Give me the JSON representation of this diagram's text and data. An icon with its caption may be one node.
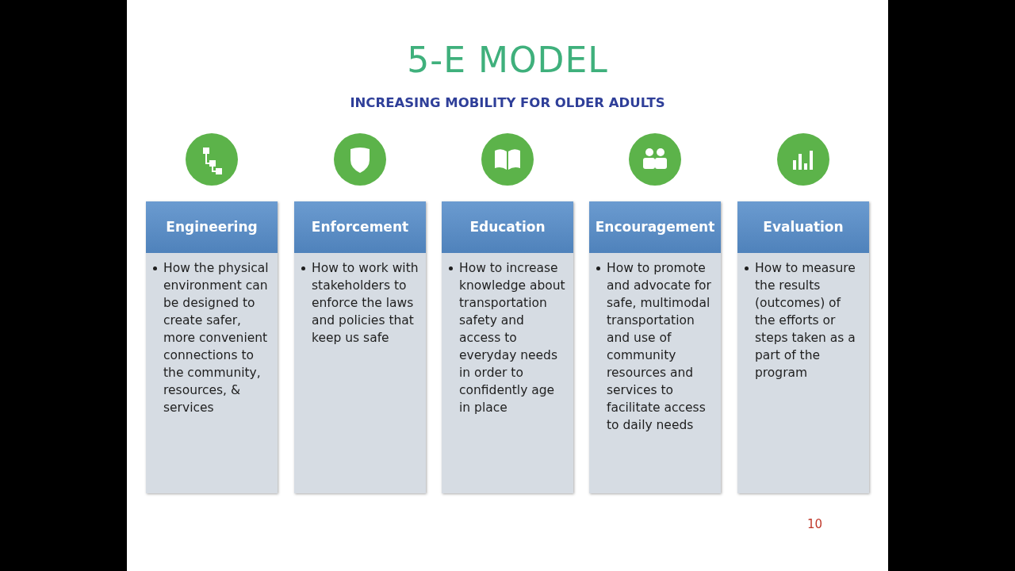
{
  "diagram": {
    "title": "5-E MODEL",
    "nodes": [
      {
        "text": [
          "Engineering",
          "How the physical environment can be designed to create safer, more convenient connections to the community, resources, & services"
        ]
      },
      {
        "text": [
          "Enforcement",
          "How to work with stakeholders to enforce the laws and policies that keep us safe"
        ]
      },
      {
        "text": [
          "Education",
          "How to increase knowledge about transportation safety and access to everyday needs in order to confidently age in place"
        ]
      },
      {
        "text": [
          "Encouragement",
          "How to promote and advocate for safe, multimodal transportation and use of community resources and services to facilitate access to daily needs"
        ]
      },
      {
        "text": [
          "Evaluation",
          "How to measure the results (outcomes) of the efforts or steps taken as a part of the program"
        ]
      }
    ],
    "labels": [
      "INCREASING MOBILITY FOR OLDER ADULTS",
      "10"
    ]
  }
}
